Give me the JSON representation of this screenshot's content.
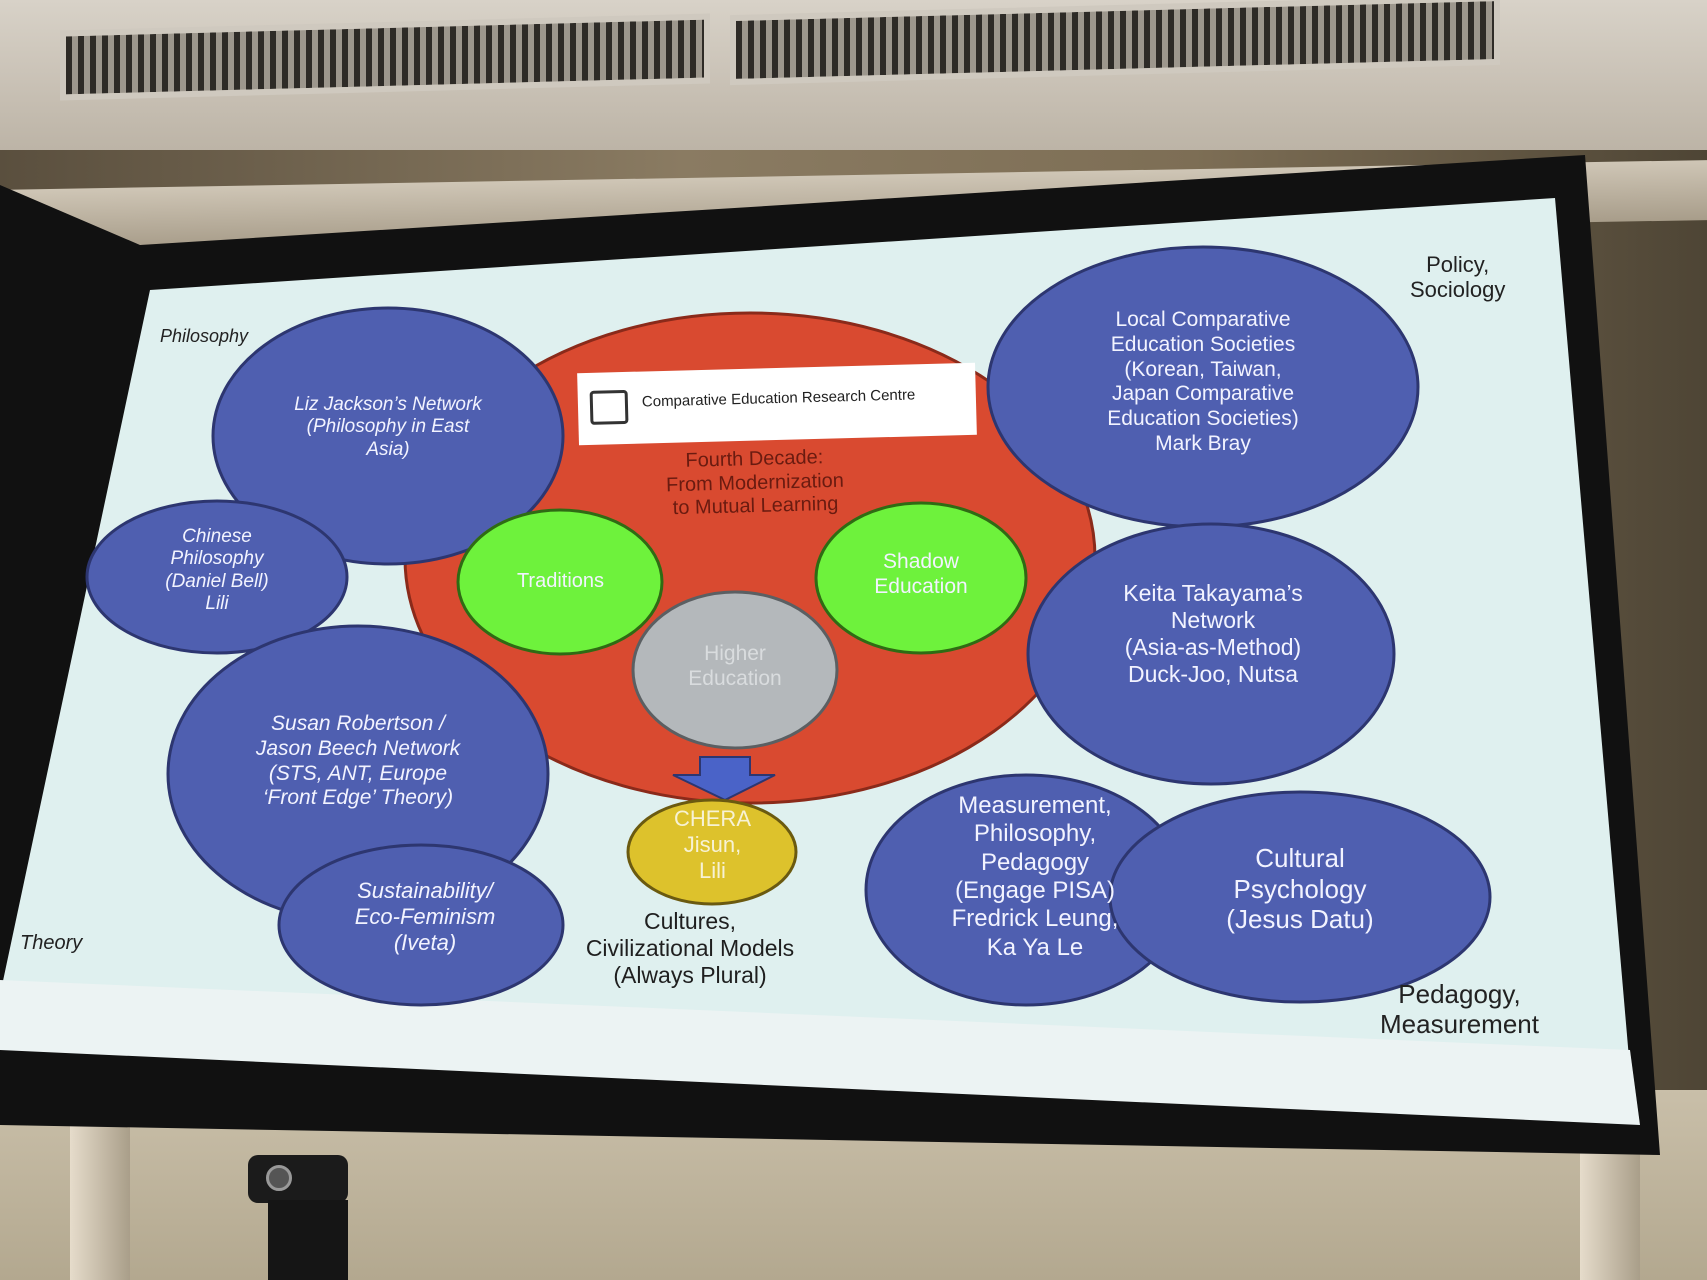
{
  "slide": {
    "header_logo_text": "Comparative Education Research Centre",
    "center_title": "Fourth Decade:\nFrom Modernization\nto Mutual Learning",
    "corners": {
      "top_left": "Philosophy",
      "top_right": "Policy,\nSociology",
      "bottom_left": "Theory",
      "bottom_right": "Pedagogy,\nMeasurement"
    },
    "circles": {
      "liz": "Liz Jackson’s Network\n(Philosophy in East\nAsia)",
      "chinese": "Chinese\nPhilosophy\n(Daniel Bell)\nLili",
      "susan": "Susan Robertson /\nJason Beech  Network\n(STS, ANT, Europe\n‘Front Edge’ Theory)",
      "sustain": "Sustainability/\nEco-Feminism\n(Iveta)",
      "local": "Local Comparative\nEducation Societies\n(Korean, Taiwan,\nJapan Comparative\nEducation Societies)\nMark Bray",
      "keita": "Keita Takayama’s\nNetwork\n(Asia-as-Method)\nDuck-Joo, Nutsa",
      "measure": "Measurement,\nPhilosophy,\nPedagogy\n(Engage PISA)\nFredrick Leung,\nKa Ya  Le",
      "cultural": "Cultural\nPsychology\n(Jesus Datu)",
      "traditions": "Traditions",
      "shadow": "Shadow\nEducation",
      "higher": "Higher\nEducation",
      "chera": "CHERA\nJisun,\nLili"
    },
    "bottom_caption": "Cultures,\nCivilizational Models\n(Always Plural)",
    "colors": {
      "blue": "#4f5fb0",
      "red": "#d94a30",
      "green": "#6ef23c",
      "grey": "#b4b8bb",
      "yellow": "#ddc22c"
    }
  }
}
